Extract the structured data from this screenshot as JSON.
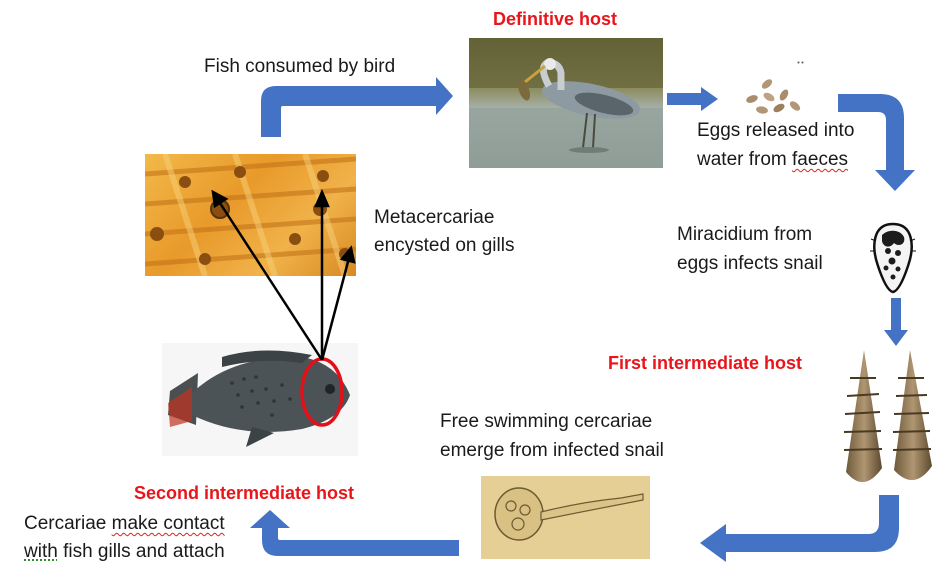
{
  "hosts": {
    "definitive": "Definitive host",
    "first_intermediate": "First intermediate host",
    "second_intermediate": "Second intermediate host"
  },
  "steps": {
    "fish_consumed": "Fish consumed by bird",
    "eggs_line1": "Eggs released into",
    "eggs_line2_pre": "water from ",
    "eggs_line2_word": "faeces",
    "miracidium_line1": "Miracidium from",
    "miracidium_line2": "eggs infects snail",
    "cercariae_free_line1": "Free swimming cercariae",
    "cercariae_free_line2": "emerge from infected snail",
    "contact_line1_pre": "Cercariae ",
    "contact_line1_word": "make contact",
    "contact_line2_word": "with",
    "contact_line2_post": " fish gills and attach",
    "metacercariae_line1": "Metacercariae",
    "metacercariae_line2": "encysted on gills"
  },
  "colors": {
    "arrow_blue": "#4472c4",
    "host_label_red": "#e8151b",
    "gill_circle_red": "#e3101a"
  },
  "icons": {
    "heron": "heron-photo",
    "eggs": "eggs-illustration",
    "miracidium": "miracidium-illustration",
    "snails": "snail-shells-photo",
    "cercaria": "cercaria-micrograph",
    "fish": "tilapia-fish-photo",
    "gills": "gill-tissue-micrograph"
  }
}
